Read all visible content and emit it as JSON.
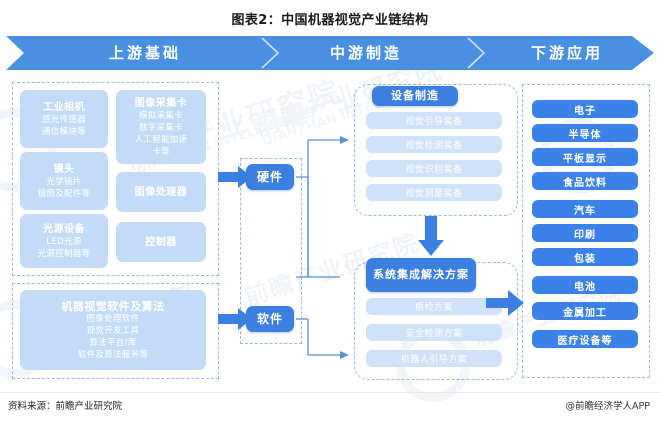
{
  "title": "图表2：中国机器视觉产业链结构",
  "banner": {
    "segments": [
      {
        "label": "上游基础"
      },
      {
        "label": "中游制造"
      },
      {
        "label": "下游应用"
      }
    ],
    "color": "#4a90e2"
  },
  "upstream": {
    "components": [
      {
        "head": "工业相机",
        "lines": [
          "感光传感器",
          "通信模块等"
        ]
      },
      {
        "head": "镜头",
        "lines": [
          "光学镜片",
          "镜筒及配件等"
        ]
      },
      {
        "head": "光源设备",
        "lines": [
          "LED光源",
          "光源控制器等"
        ]
      },
      {
        "head": "图像采集卡",
        "lines": [
          "模拟采集卡",
          "数字采集卡",
          "人工智能加速",
          "卡等"
        ]
      },
      {
        "head": "图像处理器",
        "lines": []
      },
      {
        "head": "控制器",
        "lines": []
      }
    ],
    "software": {
      "head": "机器视觉软件及算法",
      "lines": [
        "图像处理软件",
        "视觉开发工具",
        "算法平台/库",
        "软件及算法服务等"
      ]
    }
  },
  "midstream": {
    "category_hardware": "硬件",
    "category_software": "软件",
    "groups": [
      {
        "title": "设备制造",
        "items": [
          "视觉引导装备",
          "视觉检测装备",
          "视觉识别装备",
          "视觉测量装备"
        ]
      },
      {
        "title": "系统集成解决方案",
        "items": [
          "质检方案",
          "安全检测方案",
          "机器人引导方案"
        ]
      }
    ]
  },
  "downstream": {
    "applications": [
      "电子",
      "半导体",
      "平板显示",
      "食品饮料",
      "汽车",
      "印刷",
      "包装",
      "电池",
      "金属加工",
      "医疗设备等"
    ]
  },
  "footer": {
    "source": "资料来源：前瞻产业研究院",
    "brand": "@前瞻经济学人APP"
  },
  "watermarks": {
    "main": "前瞻产业研究院",
    "sub": "QIANZHAN INTELLIGENCE"
  },
  "colors": {
    "banner_blue": "#4a90e2",
    "button_blue": "#3b7fe0",
    "app_blue": "#3b82e8",
    "light_box": "#c3dbf6",
    "light_bar": "#cfe2fa",
    "dashed_border": "#9ab7dd"
  }
}
